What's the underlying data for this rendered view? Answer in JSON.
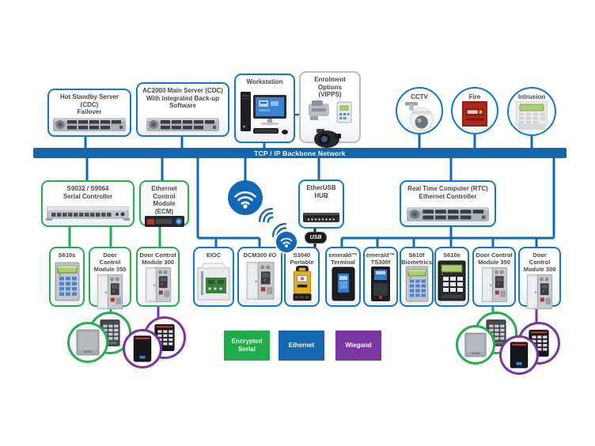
{
  "colors": {
    "ethernet_blue": "#1068B8",
    "encrypted_serial_green": "#21AB4B",
    "wiegand_purple": "#7A35A4",
    "backbone_fill": "#1166AE",
    "box_border_blue": "#1478CC",
    "box_border_green": "#27AE4F",
    "box_border_gray": "#BDBDBD",
    "usb_black": "#1A1A1A"
  },
  "backbone": {
    "label": "TCP / IP Backbone Network"
  },
  "servers": {
    "hot_standby": "Hot Standby Server (CDC)\nFailover",
    "main_server": "AC2000 Main Server (CDC)\nWith integrated Back-up\nSoftware",
    "workstation": "Workstation",
    "enrolment": "Enrolment Options\n(VIPPS)"
  },
  "alarm_nodes": {
    "cctv": "CCTV",
    "fire": "Fire",
    "intrusion": "Intrusion"
  },
  "controllers": {
    "serial_controller": "S9032 / S9064\nSerial Controller",
    "ecm": "Ethernet\nControl Module\n(ECM)",
    "etherusb_hub": "EtherUSB\nHUB",
    "rtc": "Real Time Computer (RTC)\nEthernet Controller",
    "usb_tag": "USB"
  },
  "devices": {
    "s610s": "S610s",
    "dcm350_left": "Door Control\nModule 350",
    "dcm300_left": "Door Control\nModule 300",
    "eioc": "EIOC",
    "dcm300_io": "DCM300 I/O",
    "s3040": "S3040\nPortable",
    "emerald_terminal": "emerald™\nTerminal",
    "emerald_ts300f": "emerald™\nTS300f",
    "s610f": "S610f\nBiometrics",
    "s610e": "S610e",
    "dcm350_right": "Door Control\nModule 350",
    "dcm300_right": "Door Control\nModule 300"
  },
  "legend": {
    "encrypted_serial": "Encrypted\nSerial",
    "ethernet": "Ethernet",
    "wiegand": "Wiegand"
  }
}
